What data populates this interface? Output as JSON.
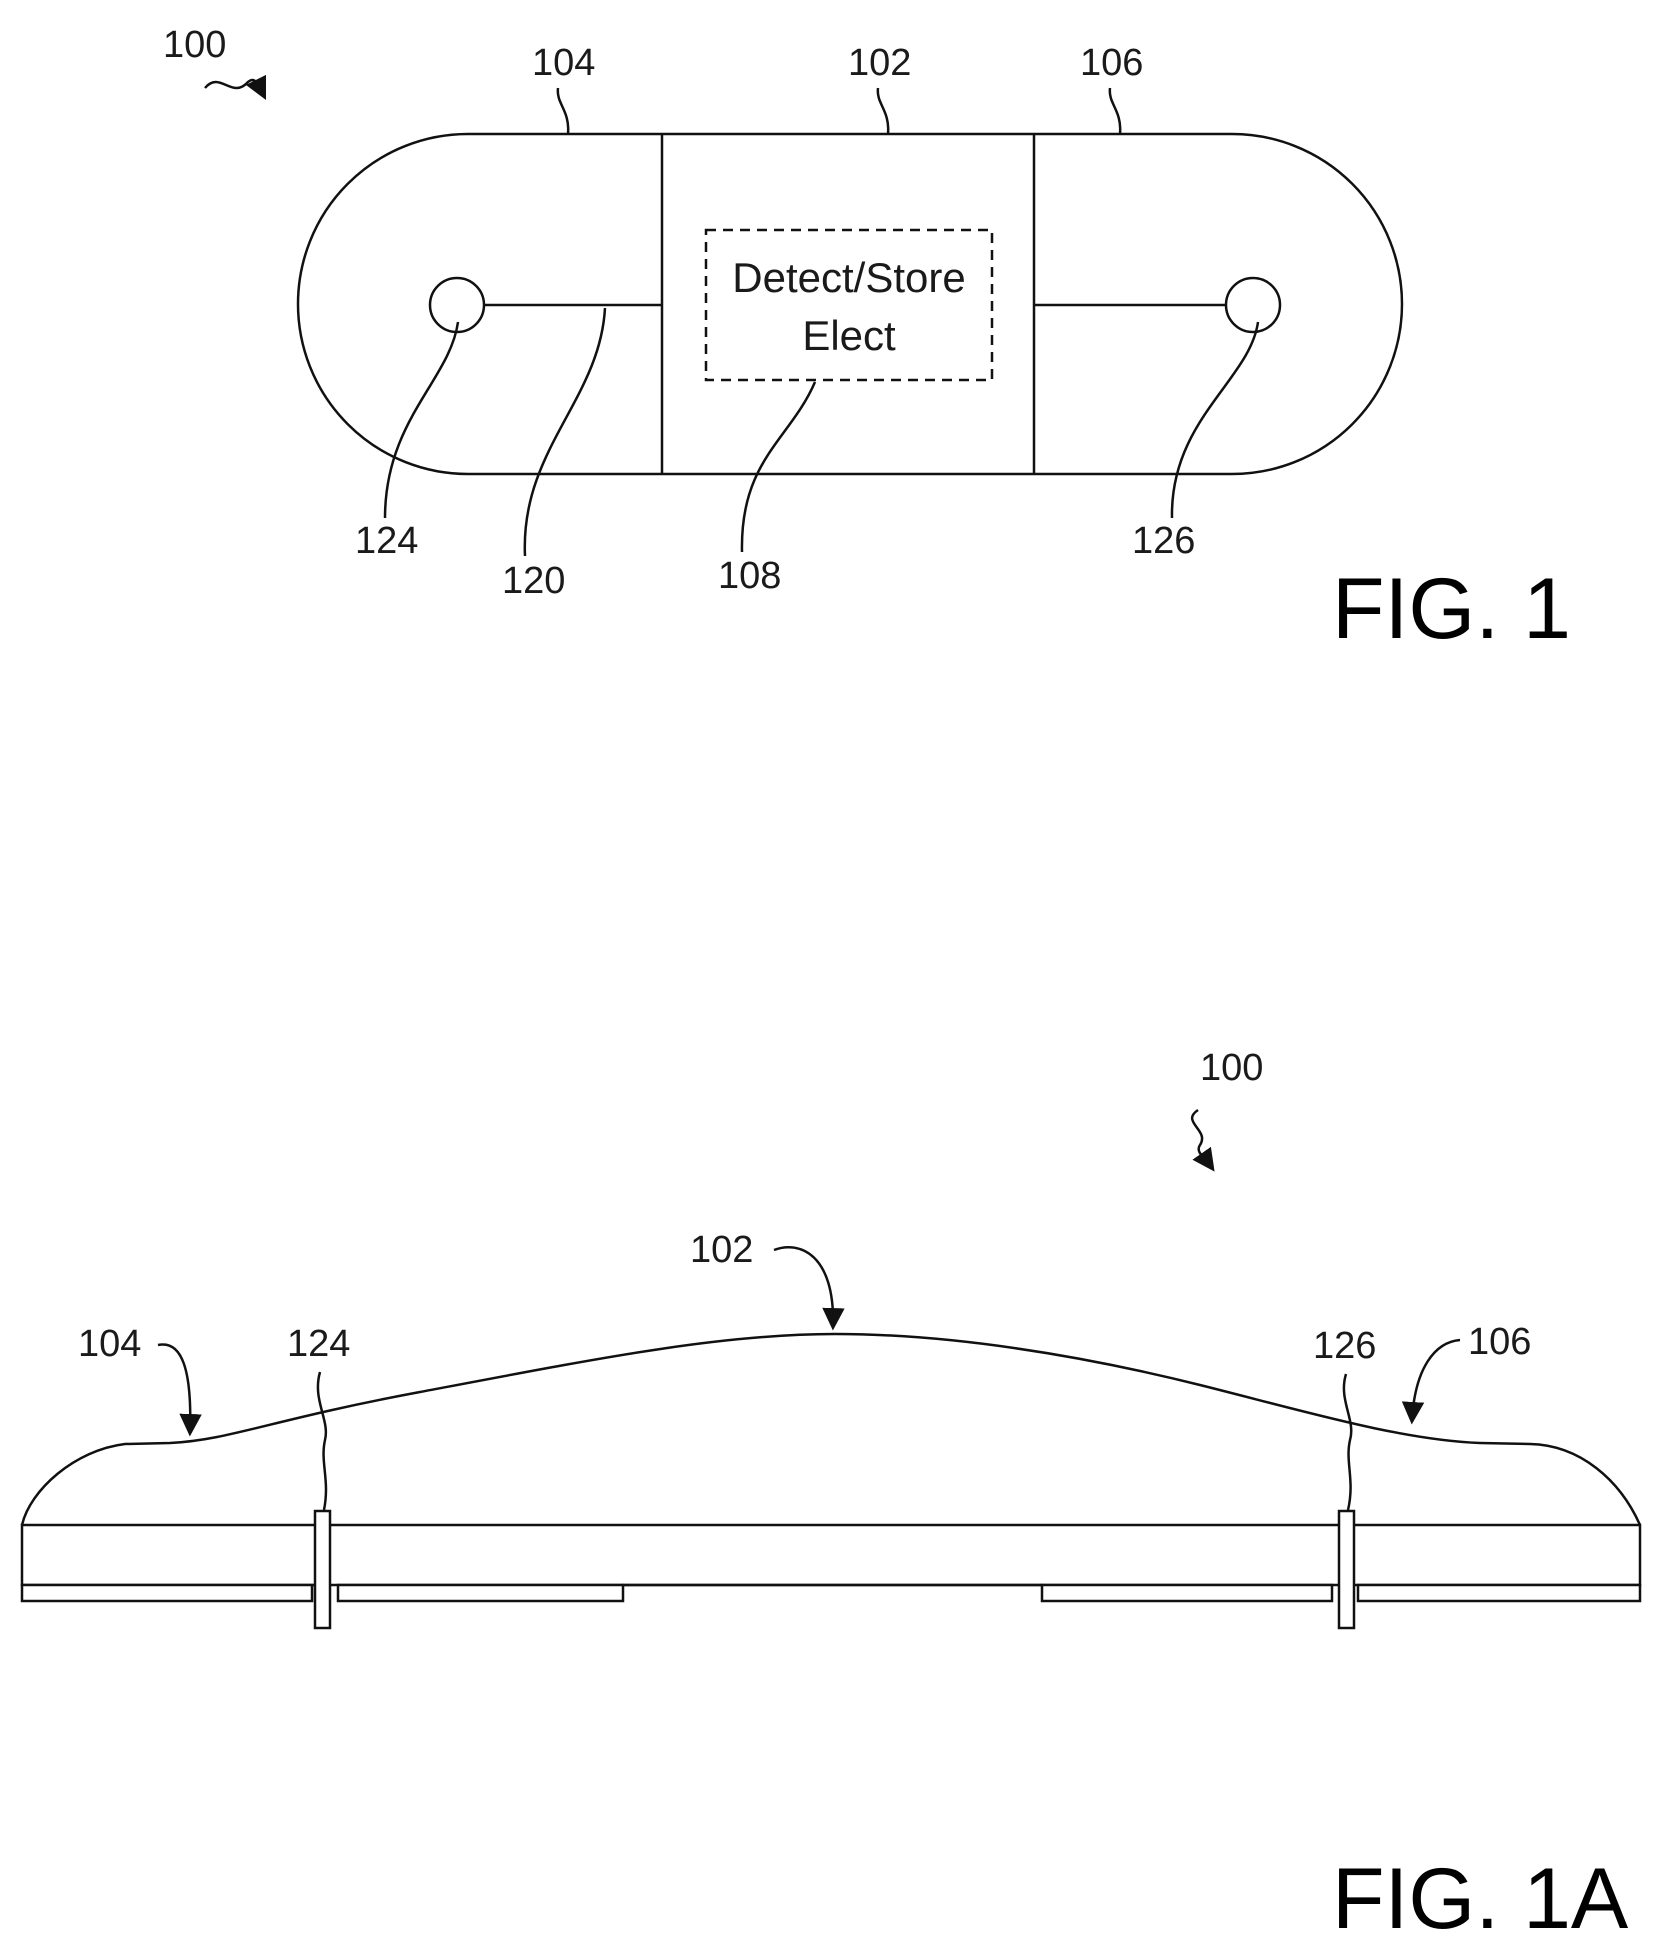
{
  "figure1": {
    "caption": "FIG. 1",
    "box_text_line1": "Detect/Store",
    "box_text_line2": "Elect",
    "labels": {
      "device": "100",
      "left_section": "104",
      "center_section": "102",
      "right_section": "106",
      "left_electrode": "124",
      "lead": "120",
      "electronics": "108",
      "right_electrode": "126"
    }
  },
  "figure1a": {
    "caption": "FIG. 1A",
    "labels": {
      "device": "100",
      "center_section": "102",
      "left_section": "104",
      "left_electrode": "124",
      "right_electrode": "126",
      "right_section": "106"
    }
  }
}
